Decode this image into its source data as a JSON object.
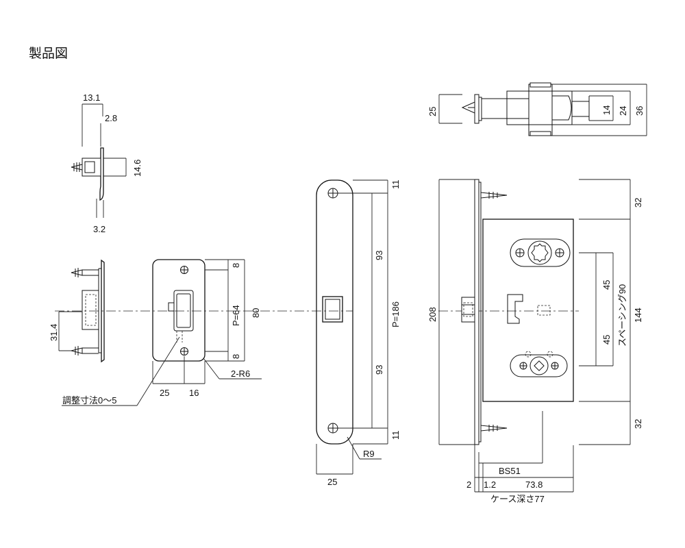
{
  "title": "製品図",
  "strike_side": {
    "d13_1": "13.1",
    "d2_8": "2.8",
    "d14_6": "14.6",
    "d3_2": "3.2",
    "d31_4": "31.4"
  },
  "strike_front": {
    "d8_top": "8",
    "p64": "P=64",
    "d80": "80",
    "d8_bot": "8",
    "d25": "25",
    "d16": "16",
    "r6": "2-R6",
    "adjust": "調整寸法0〜5"
  },
  "faceplate": {
    "d11_top": "11",
    "d93_top": "93",
    "p186": "P=186",
    "d93_bot": "93",
    "d11_bot": "11",
    "r9": "R9",
    "d25": "25"
  },
  "lock_top": {
    "d25": "25",
    "d14": "14",
    "d24": "24",
    "d36": "36"
  },
  "lock_body": {
    "d208": "208",
    "d32_top": "32",
    "d45_top": "45",
    "spacing": "スペーシング90",
    "d144": "144",
    "d45_bot": "45",
    "d32_bot": "32",
    "bs51": "BS51",
    "d2": "2",
    "d1_2": "1.2",
    "d73_8": "73.8",
    "case_depth": "ケース深さ77"
  }
}
